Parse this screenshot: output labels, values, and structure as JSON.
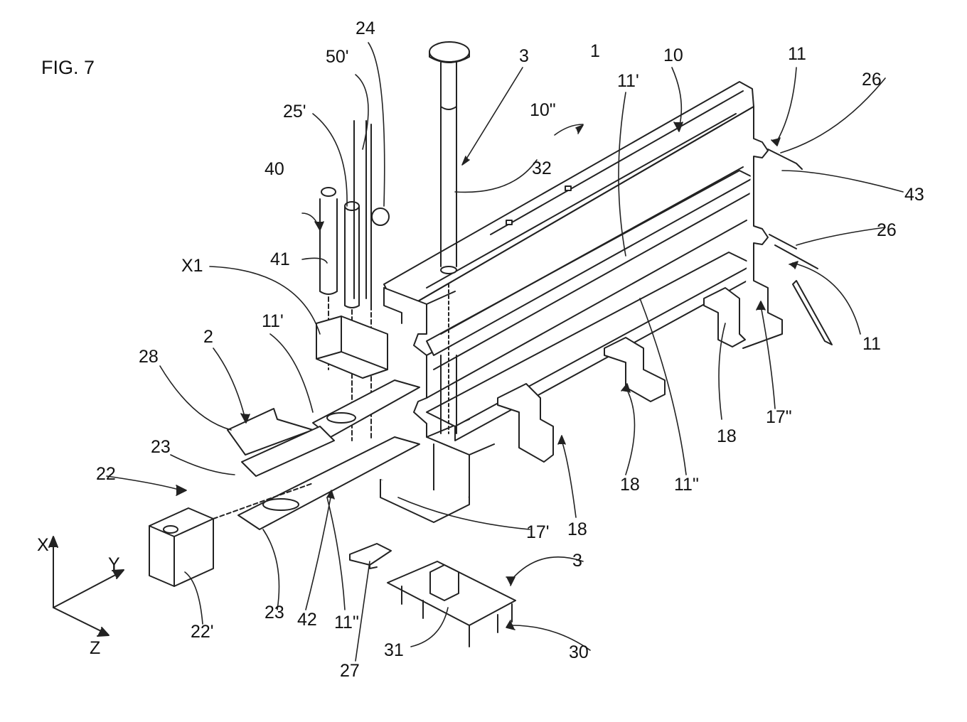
{
  "figure_title": "FIG. 7",
  "axes": {
    "x": "X",
    "y": "Y",
    "z": "Z"
  },
  "labels": {
    "l1": "1",
    "l2": "2",
    "l3a": "3",
    "l3b": "3",
    "l10": "10",
    "l10pp": "10\"",
    "l11a": "11",
    "l11b": "11",
    "l11pa": "11'",
    "l11pb": "11'",
    "l11ppa": "11\"",
    "l11ppb": "11\"",
    "l17p": "17'",
    "l17pp": "17\"",
    "l18a": "18",
    "l18b": "18",
    "l18c": "18",
    "l22": "22",
    "l22p": "22'",
    "l23a": "23",
    "l23b": "23",
    "l24": "24",
    "l25p": "25'",
    "l26a": "26",
    "l26b": "26",
    "l27": "27",
    "l28": "28",
    "l30": "30",
    "l31": "31",
    "l32": "32",
    "l40": "40",
    "l41": "41",
    "l42": "42",
    "l43": "43",
    "l50p": "50'",
    "lX1": "X1"
  }
}
